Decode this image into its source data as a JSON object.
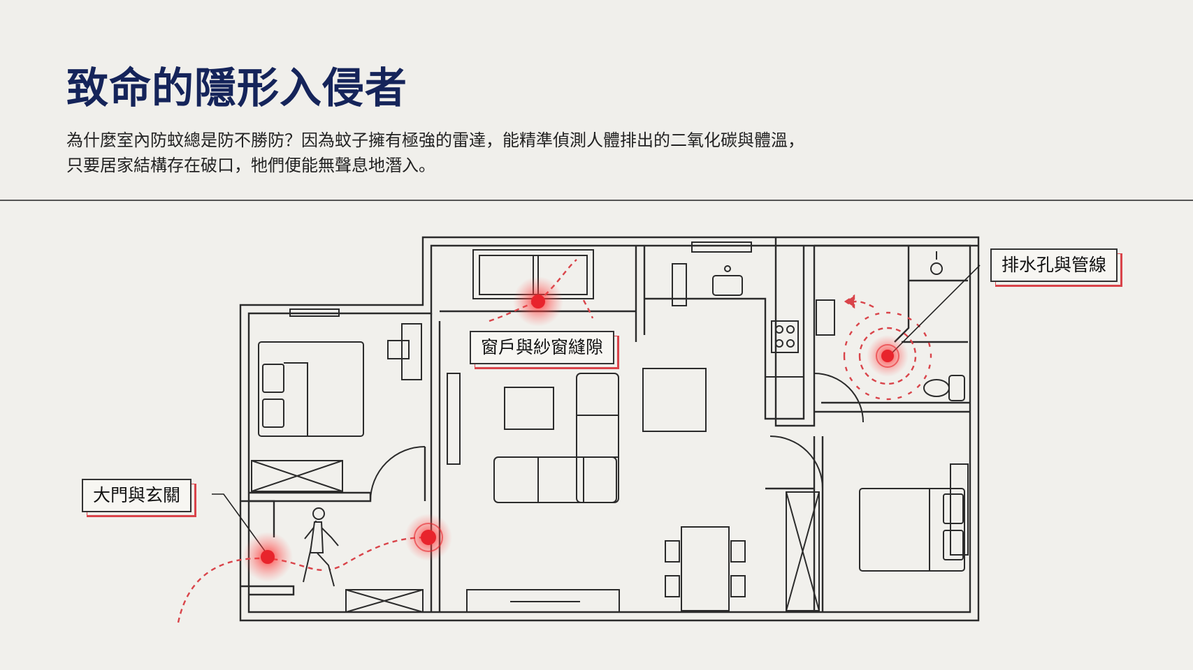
{
  "slide": {
    "title": "致命的隱形入侵者",
    "description_lines": [
      "為什麼室內防蚊總是防不勝防？因為蚊子擁有極強的雷達，能精準偵測人體排出的二氧化碳與體溫，",
      "只要居家結構存在破口，牠們便能無聲息地潛入。"
    ]
  },
  "callouts": {
    "window": "窗戶與紗窗縫隙",
    "drain": "排水孔與管線",
    "door": "大門與玄關"
  },
  "colors": {
    "title": "#15245a",
    "hotspot": "#e8242c",
    "path": "#d9444a",
    "line": "#2b2b2b"
  },
  "icons": [
    "person-walking-icon",
    "hotspot-icon"
  ]
}
